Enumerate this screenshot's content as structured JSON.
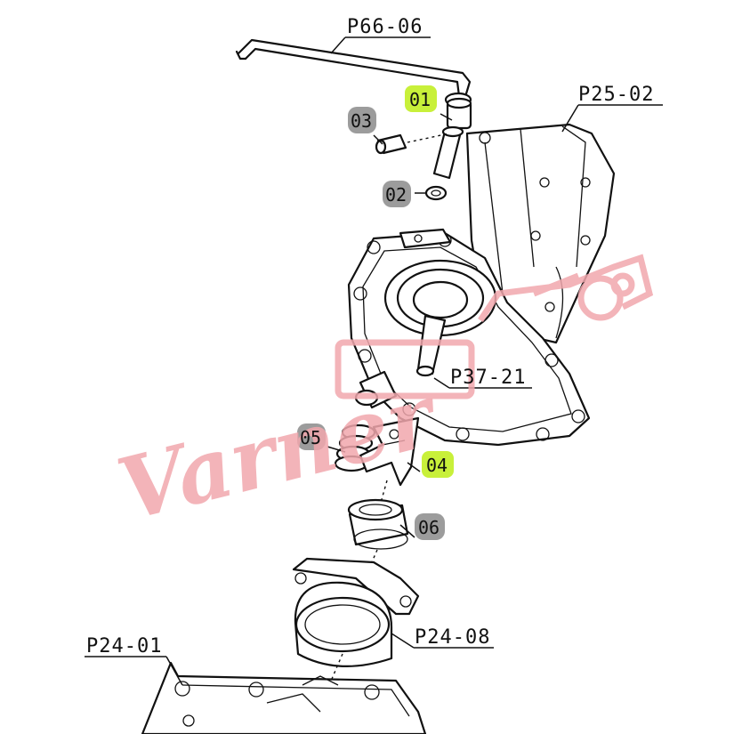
{
  "labels": {
    "p66_06": "P66-06",
    "p25_02": "P25-02",
    "p37_21": "P37-21",
    "p24_08": "P24-08",
    "p24_01": "P24-01"
  },
  "callouts": {
    "c01": "01",
    "c02": "02",
    "c03": "03",
    "c04": "04",
    "c05": "05",
    "c06": "06"
  },
  "watermark": {
    "text": "Varner",
    "color": "#f1a7ad"
  },
  "colors": {
    "highlight": "#c8f03a",
    "callout_gray": "#9c9c9c",
    "line": "#111111"
  }
}
